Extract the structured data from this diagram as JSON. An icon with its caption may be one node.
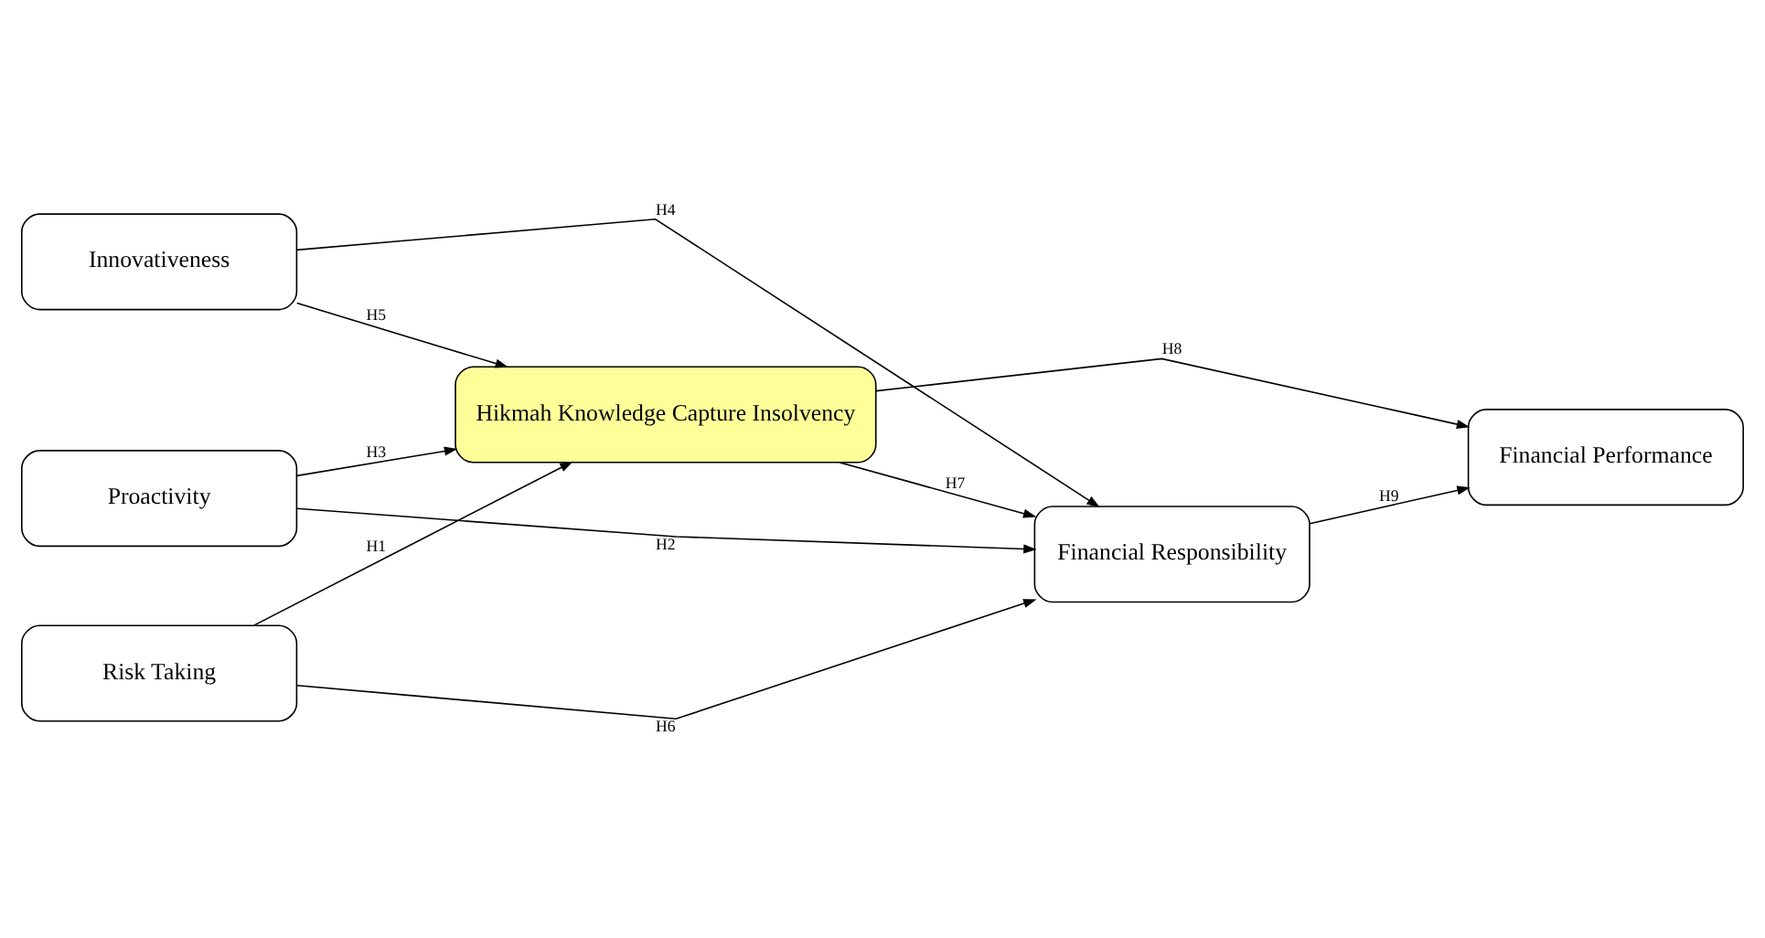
{
  "diagram": {
    "nodes": [
      {
        "text": [
          "Innovativeness"
        ]
      },
      {
        "text": [
          "Financial Responsibility"
        ]
      },
      {
        "text": [
          "Risk Taking"
        ]
      },
      {
        "text": [
          "Financial Performance"
        ]
      },
      {
        "text": [
          "Proactivity"
        ]
      },
      {
        "text": [
          "Hikmah Knowledge Capture Insolvency"
        ]
      }
    ],
    "edges": [
      {
        "from": 0,
        "to": 1,
        "arrow": "to",
        "label": "H4"
      },
      {
        "from": 0,
        "to": 5,
        "arrow": "to",
        "label": "H5"
      },
      {
        "from": 2,
        "to": 1,
        "arrow": "to",
        "label": "H6"
      },
      {
        "from": 2,
        "to": 5,
        "arrow": "to",
        "label": "H1"
      },
      {
        "from": 4,
        "to": 1,
        "arrow": "to",
        "label": "H2"
      },
      {
        "from": 4,
        "to": 5,
        "arrow": "to",
        "label": "H3"
      },
      {
        "from": 5,
        "to": 1,
        "arrow": "to",
        "label": "H7"
      },
      {
        "from": 1,
        "to": 3,
        "arrow": "to",
        "label": "H9"
      },
      {
        "from": 5,
        "to": 3,
        "arrow": "to",
        "label": "H8"
      }
    ]
  }
}
